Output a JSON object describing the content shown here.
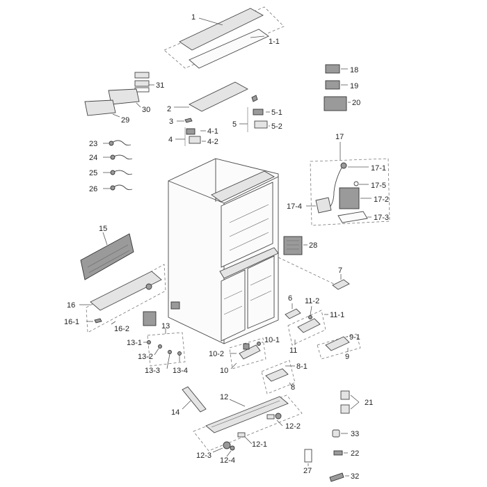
{
  "labels": {
    "p1": "1",
    "p1_1": "1-1",
    "p2": "2",
    "p3": "3",
    "p4": "4",
    "p4_1": "4-1",
    "p4_2": "4-2",
    "p5": "5",
    "p5_1": "5-1",
    "p5_2": "5-2",
    "p6": "6",
    "p7": "7",
    "p8": "8",
    "p8_1": "8-1",
    "p9": "9",
    "p9_1": "9-1",
    "p10": "10",
    "p10_1": "10-1",
    "p10_2": "10-2",
    "p11": "11",
    "p11_1": "11-1",
    "p11_2": "11-2",
    "p12": "12",
    "p12_1": "12-1",
    "p12_2": "12-2",
    "p12_3": "12-3",
    "p12_4": "12-4",
    "p13": "13",
    "p13_1": "13-1",
    "p13_2": "13-2",
    "p13_3": "13-3",
    "p13_4": "13-4",
    "p14": "14",
    "p15": "15",
    "p16": "16",
    "p16_1": "16-1",
    "p16_2": "16-2",
    "p17": "17",
    "p17_1": "17-1",
    "p17_2": "17-2",
    "p17_3": "17-3",
    "p17_4": "17-4",
    "p17_5": "17-5",
    "p18": "18",
    "p19": "19",
    "p20": "20",
    "p21": "21",
    "p22": "22",
    "p23": "23",
    "p24": "24",
    "p25": "25",
    "p26": "26",
    "p27": "27",
    "p28": "28",
    "p29": "29",
    "p30": "30",
    "p31": "31",
    "p32": "32",
    "p33": "33"
  }
}
